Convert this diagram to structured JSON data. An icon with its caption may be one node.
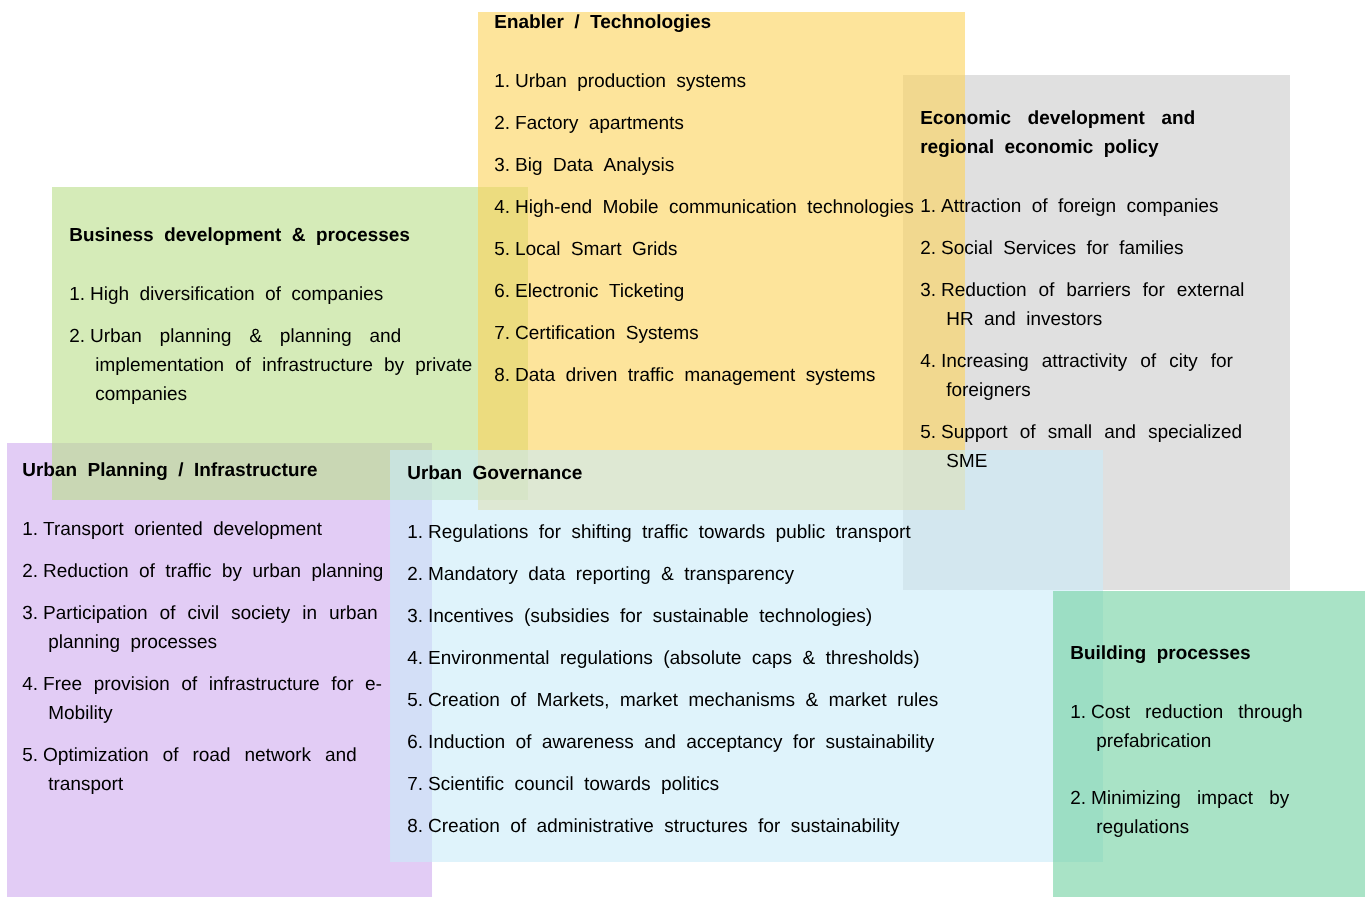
{
  "diagram": {
    "nodes": [
      {
        "text": [
          "Enabler / Technologies",
          "1. Urban production systems",
          "2. Factory apartments",
          "3. Big Data Analysis",
          "4. High-end Mobile communication technologies",
          "5. Local Smart Grids",
          "6. Electronic Ticketing",
          "7. Certification Systems",
          "8. Data driven traffic management systems"
        ]
      },
      {
        "text": [
          "Economic development and regional economic policy",
          "1. Attraction of foreign companies",
          "2. Social Services for families",
          "3. Reduction of barriers for external HR and investors",
          "4. Increasing attractivity of city for foreigners",
          "5. Support of small and specialized SME"
        ]
      },
      {
        "text": [
          "Business development & processes",
          "1. High diversification of companies",
          "2. Urban planning & planning and implementation of infrastructure by private companies"
        ]
      },
      {
        "text": [
          "Urban Planning / Infrastructure",
          "1. Transport oriented development",
          "2. Reduction of traffic by urban planning",
          "3. Participation of civil society in urban planning processes",
          "4. Free provision of infrastructure for e-Mobility",
          "5. Optimization of road network and transport"
        ]
      },
      {
        "text": [
          "Urban Governance",
          "1. Regulations for shifting traffic towards public transport",
          "2. Mandatory data reporting & transparency",
          "3. Incentives (subsidies for sustainable technologies)",
          "4. Environmental regulations (absolute caps & thresholds)",
          "5. Creation of Markets, market mechanisms & market rules",
          "6. Induction of awareness and acceptancy for sustainability",
          "7. Scientific council towards politics",
          "8. Creation of administrative structures for sustainability"
        ]
      },
      {
        "text": [
          "Building processes",
          "1. Cost reduction through prefabrication",
          "2. Minimizing impact by regulations"
        ]
      }
    ]
  }
}
